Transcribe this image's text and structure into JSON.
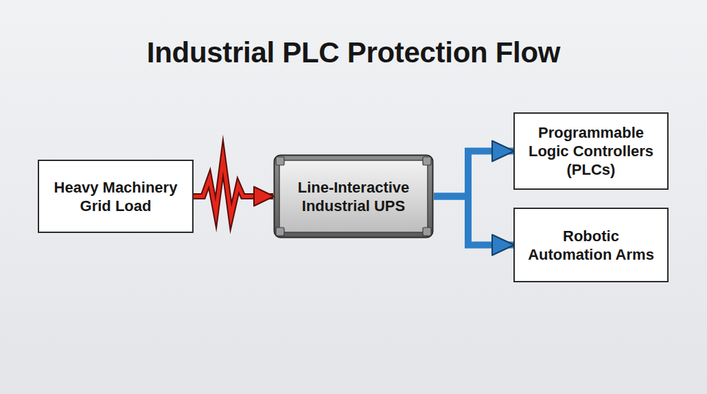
{
  "diagram": {
    "title": "Industrial PLC Protection Flow",
    "nodes": [
      {
        "text": [
          "Heavy Machinery Grid Load"
        ]
      },
      {
        "text": [
          "Line-Interactive Industrial UPS"
        ]
      },
      {
        "text": [
          "Programmable Logic Controllers (PLCs)"
        ]
      },
      {
        "text": [
          "Robotic Automation Arms"
        ]
      }
    ],
    "edges": [
      {
        "from": 0,
        "to": 1,
        "arrow": "to"
      },
      {
        "from": 1,
        "to": 2,
        "arrow": "to"
      },
      {
        "from": 1,
        "to": 3,
        "arrow": "to"
      }
    ]
  }
}
